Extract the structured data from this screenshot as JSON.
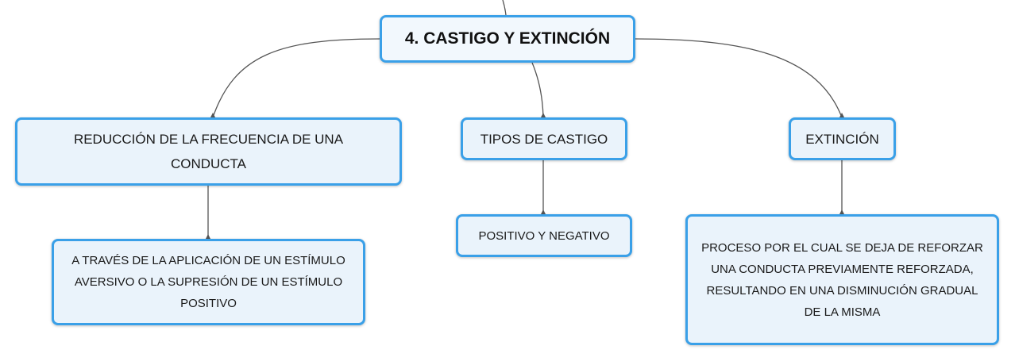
{
  "map": {
    "root": "4. CASTIGO Y EXTINCIÓN",
    "branches": [
      {
        "label": "REDUCCIÓN DE LA FRECUENCIA DE UNA CONDUCTA"
      },
      {
        "label": "TIPOS DE CASTIGO"
      },
      {
        "label": "EXTINCIÓN"
      }
    ],
    "details": [
      {
        "label": "A TRAVÉS DE LA APLICACIÓN DE UN ESTÍMULO AVERSIVO O LA SUPRESIÓN DE UN ESTÍMULO POSITIVO"
      },
      {
        "label": "POSITIVO Y NEGATIVO"
      },
      {
        "label": "PROCESO POR EL CUAL SE DEJA DE REFORZAR UNA CONDUCTA PREVIAMENTE REFORZADA, RESULTANDO EN UNA DISMINUCIÓN GRADUAL DE LA MISMA"
      }
    ]
  },
  "style": {
    "node_border": "#3aa0e8",
    "node_fill": "#eaf3fb",
    "connector": "#555555",
    "text": "#1a1a1a"
  }
}
